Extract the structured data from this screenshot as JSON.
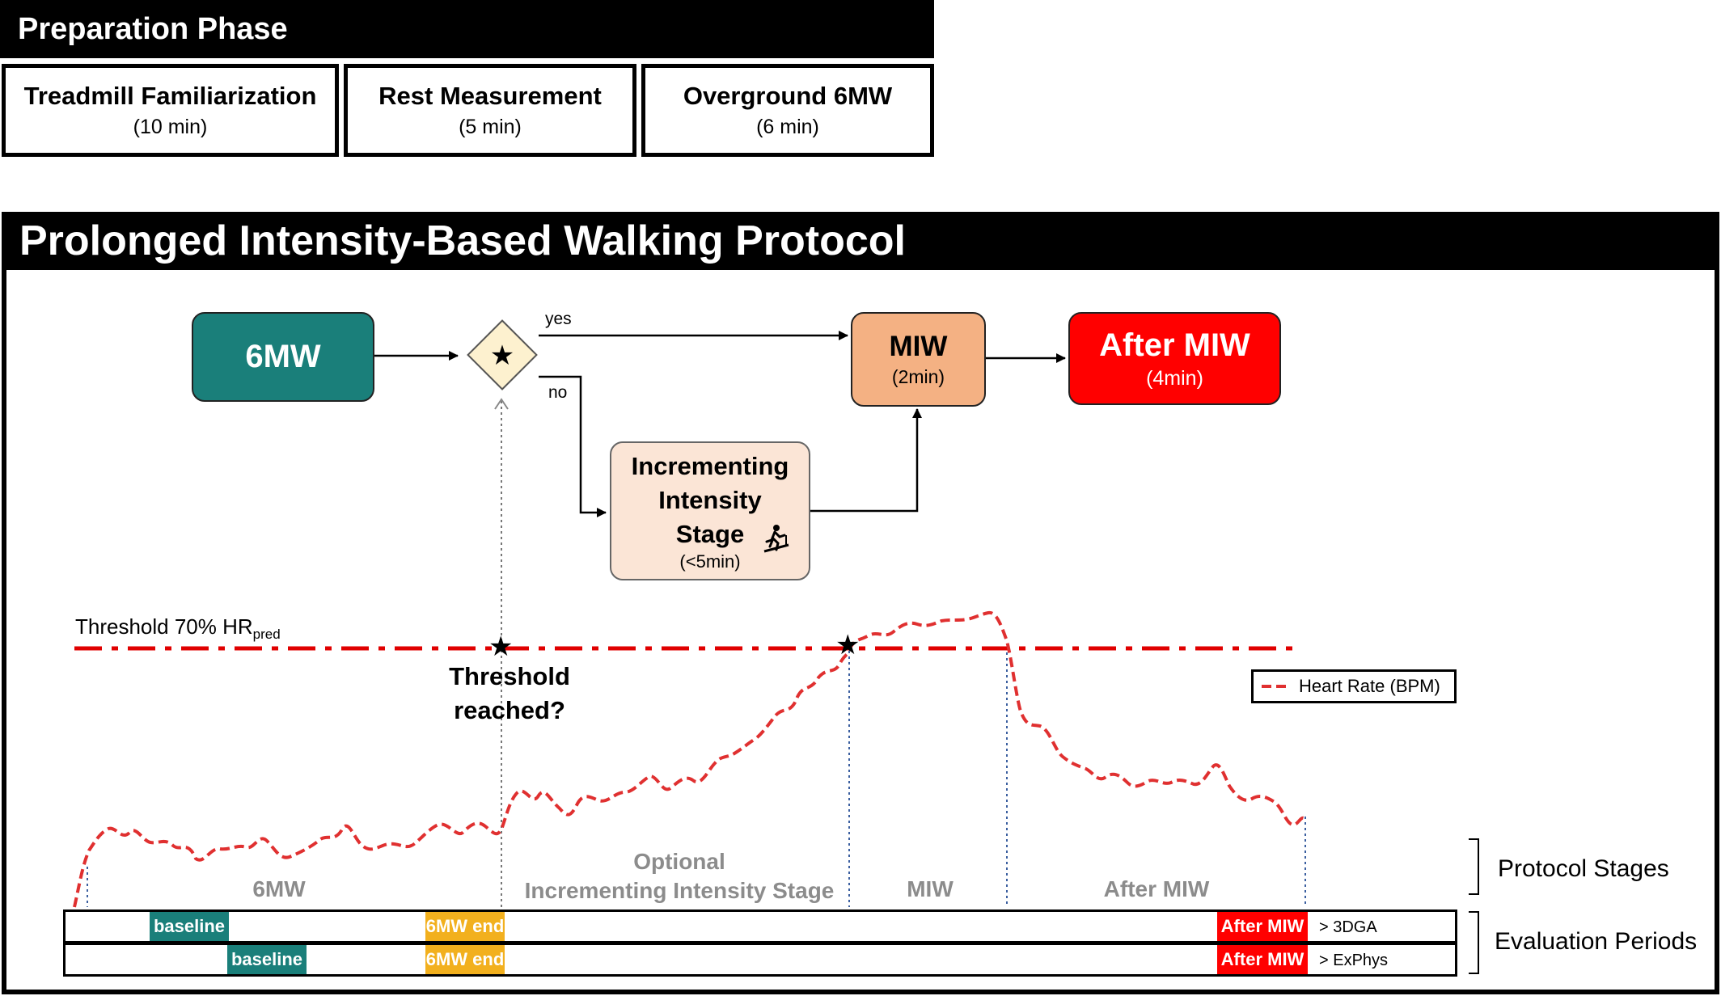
{
  "preparation": {
    "title": "Preparation Phase",
    "steps": [
      {
        "label": "Treadmill Familiarization",
        "duration": "(10 min)"
      },
      {
        "label": "Rest Measurement",
        "duration": "(5 min)"
      },
      {
        "label": "Overground 6MW",
        "duration": "(6 min)"
      }
    ]
  },
  "protocol": {
    "title": "Prolonged Intensity-Based Walking Protocol"
  },
  "flow": {
    "six_mw": "6MW",
    "decision_symbol": "★",
    "yes_label": "yes",
    "no_label": "no",
    "miw_title": "MIW",
    "miw_duration": "(2min)",
    "after_title": "After MIW",
    "after_duration": "(4min)",
    "incr_line1": "Incrementing",
    "incr_line2": "Intensity",
    "incr_line3": "Stage",
    "incr_duration": "(<5min)",
    "treadmill_icon": "treadmill-runner-icon",
    "colors": {
      "six_mw": "#1a7f7a",
      "decision": "#fdf1cf",
      "miw": "#f4b183",
      "after": "#ff0000",
      "incr": "#fbe5d6"
    }
  },
  "chart": {
    "threshold_label": "Threshold 70% HR",
    "threshold_sub": "pred",
    "threshold_question_1": "Threshold",
    "threshold_question_2": "reached?",
    "legend_label": "Heart Rate (BPM)",
    "line_color": "#e03030",
    "threshold_color": "#e00000",
    "star_symbol": "★"
  },
  "stages": {
    "six_mw": "6MW",
    "optional_line1": "Optional",
    "optional_line2": "Incrementing Intensity Stage",
    "miw": "MIW",
    "after": "After MIW",
    "side_label": "Protocol Stages"
  },
  "evaluation": {
    "side_label": "Evaluation Periods",
    "rows": [
      {
        "baseline": "baseline",
        "end": "6MW end",
        "after": "After MIW",
        "note": "> 3DGA"
      },
      {
        "baseline": "baseline",
        "end": "6MW end",
        "after": "After MIW",
        "note": "> ExPhys"
      }
    ],
    "colors": {
      "baseline": "#1a7f7a",
      "end": "#f2b01e",
      "after": "#ff0000"
    }
  }
}
